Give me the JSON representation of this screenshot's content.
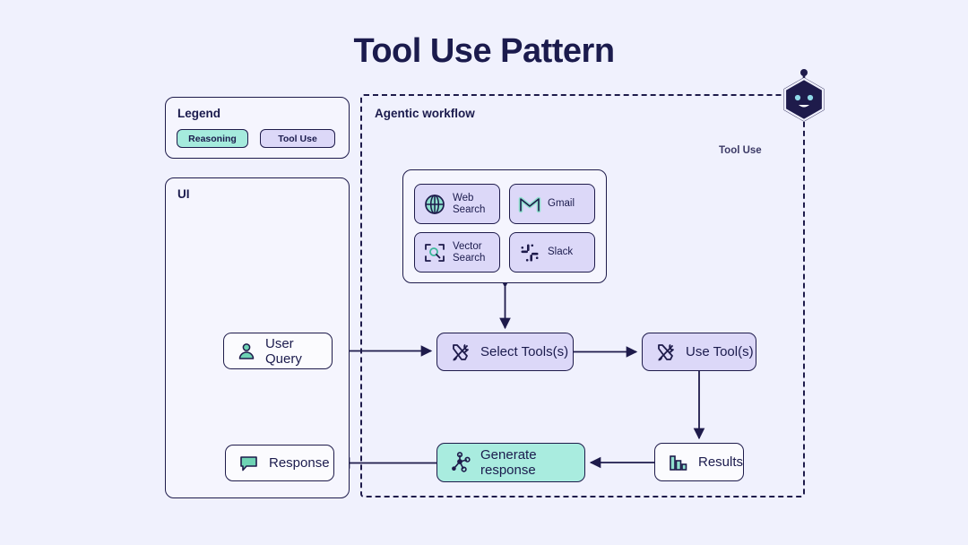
{
  "page": {
    "title": "Tool Use Pattern",
    "background_color": "#F0F1FD",
    "ink_color": "#1E1B4B",
    "reasoning_color": "#A9ECDF",
    "tool_use_color": "#DCD8F8"
  },
  "legend": {
    "title": "Legend",
    "items": [
      {
        "label": "Reasoning",
        "color": "#A5EBDD"
      },
      {
        "label": "Tool Use",
        "color": "#DCD8F8"
      }
    ]
  },
  "ui_panel": {
    "title": "UI",
    "nodes": [
      {
        "label": "User Query",
        "icon": "user-icon",
        "style": "white"
      },
      {
        "label": "Response",
        "icon": "chat-bubble-icon",
        "style": "white"
      }
    ]
  },
  "agentic": {
    "title": "Agentic workflow",
    "tool_use_label": "Tool Use",
    "robot_icon": "robot-head-icon",
    "tools": {
      "items": [
        {
          "label": "Web\nSearch",
          "line1": "Web",
          "line2": "Search",
          "icon": "globe-icon"
        },
        {
          "label": "Gmail",
          "line1": "Gmail",
          "line2": "",
          "icon": "gmail-icon"
        },
        {
          "label": "Vector\nSearch",
          "line1": "Vector",
          "line2": "Search",
          "icon": "vector-search-icon"
        },
        {
          "label": "Slack",
          "line1": "Slack",
          "line2": "",
          "icon": "slack-icon"
        }
      ]
    },
    "nodes": [
      {
        "label": "Select Tools(s)",
        "icon": "tools-icon",
        "style": "purple"
      },
      {
        "label": "Use Tool(s)",
        "icon": "tools-icon",
        "style": "purple"
      },
      {
        "label": "Generate response",
        "icon": "network-icon",
        "style": "mint"
      },
      {
        "label": "Results",
        "icon": "bar-chart-icon",
        "style": "white"
      }
    ]
  }
}
